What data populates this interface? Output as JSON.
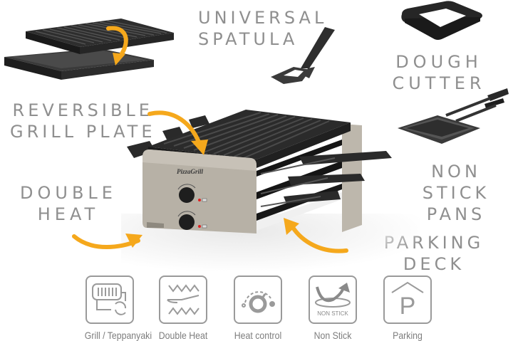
{
  "callouts": {
    "universal_spatula": [
      "Universal",
      "Spatula"
    ],
    "dough_cutter": [
      "Dough Cutter"
    ],
    "reversible_grill_plate": [
      "Reversible",
      "Grill Plate"
    ],
    "non_stick_pans": [
      "Non Stick",
      "Pans"
    ],
    "double_heat": [
      "Double",
      "Heat"
    ],
    "parking_deck": [
      "Parking Deck"
    ]
  },
  "product": {
    "brand_label": "PizzaGrill"
  },
  "features": [
    {
      "label": "Grill / Teppanyaki",
      "icon": "grill-teppanyaki-icon"
    },
    {
      "label": "Double Heat",
      "icon": "double-heat-icon"
    },
    {
      "label": "Heat control",
      "icon": "heat-control-icon"
    },
    {
      "label": "Non Stick",
      "icon": "non-stick-icon",
      "icon_text": "NON STICK"
    },
    {
      "label": "Parking",
      "icon": "parking-icon",
      "icon_text": "P"
    }
  ],
  "colors": {
    "arrow": "#f5a81c",
    "callout_text": "#8f8f8f",
    "icon_stroke": "#9a9a9a",
    "body": "#b7b1a6",
    "plate": "#2a2a2a"
  }
}
